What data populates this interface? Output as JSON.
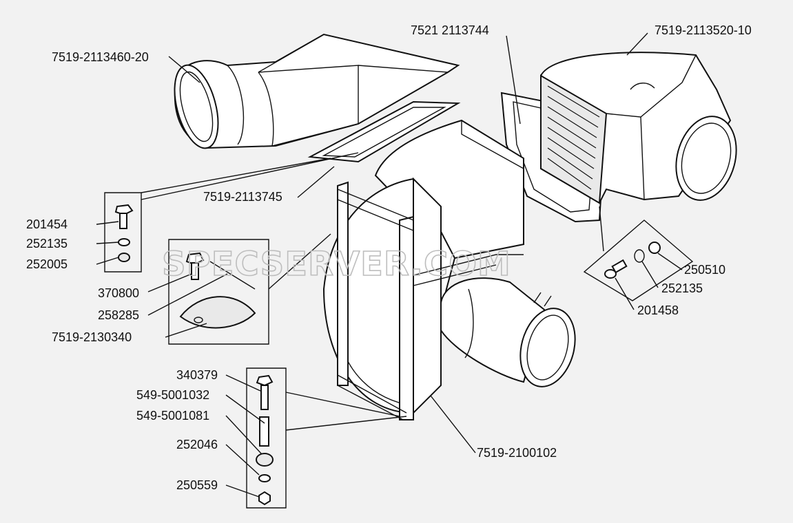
{
  "watermark": "SPECSERVER.COM",
  "labels": {
    "duct_left": "7519-2113460-20",
    "gasket_top": "7521 2113744",
    "duct_right": "7519-2113520-10",
    "gasket_lower": "7519-2113745",
    "bolt_201454": "201454",
    "washer_252135_left": "252135",
    "washer_252005": "252005",
    "bolt_370800": "370800",
    "wire_258285": "258285",
    "cover_2130340": "7519-2130340",
    "nut_250510": "250510",
    "washer_252135_right": "252135",
    "bolt_201458": "201458",
    "bolt_340379": "340379",
    "bushing_5001032": "549-5001032",
    "bushing_5001081": "549-5001081",
    "washer_252046": "252046",
    "nut_250559": "250559",
    "heater_unit": "7519-2100102"
  }
}
